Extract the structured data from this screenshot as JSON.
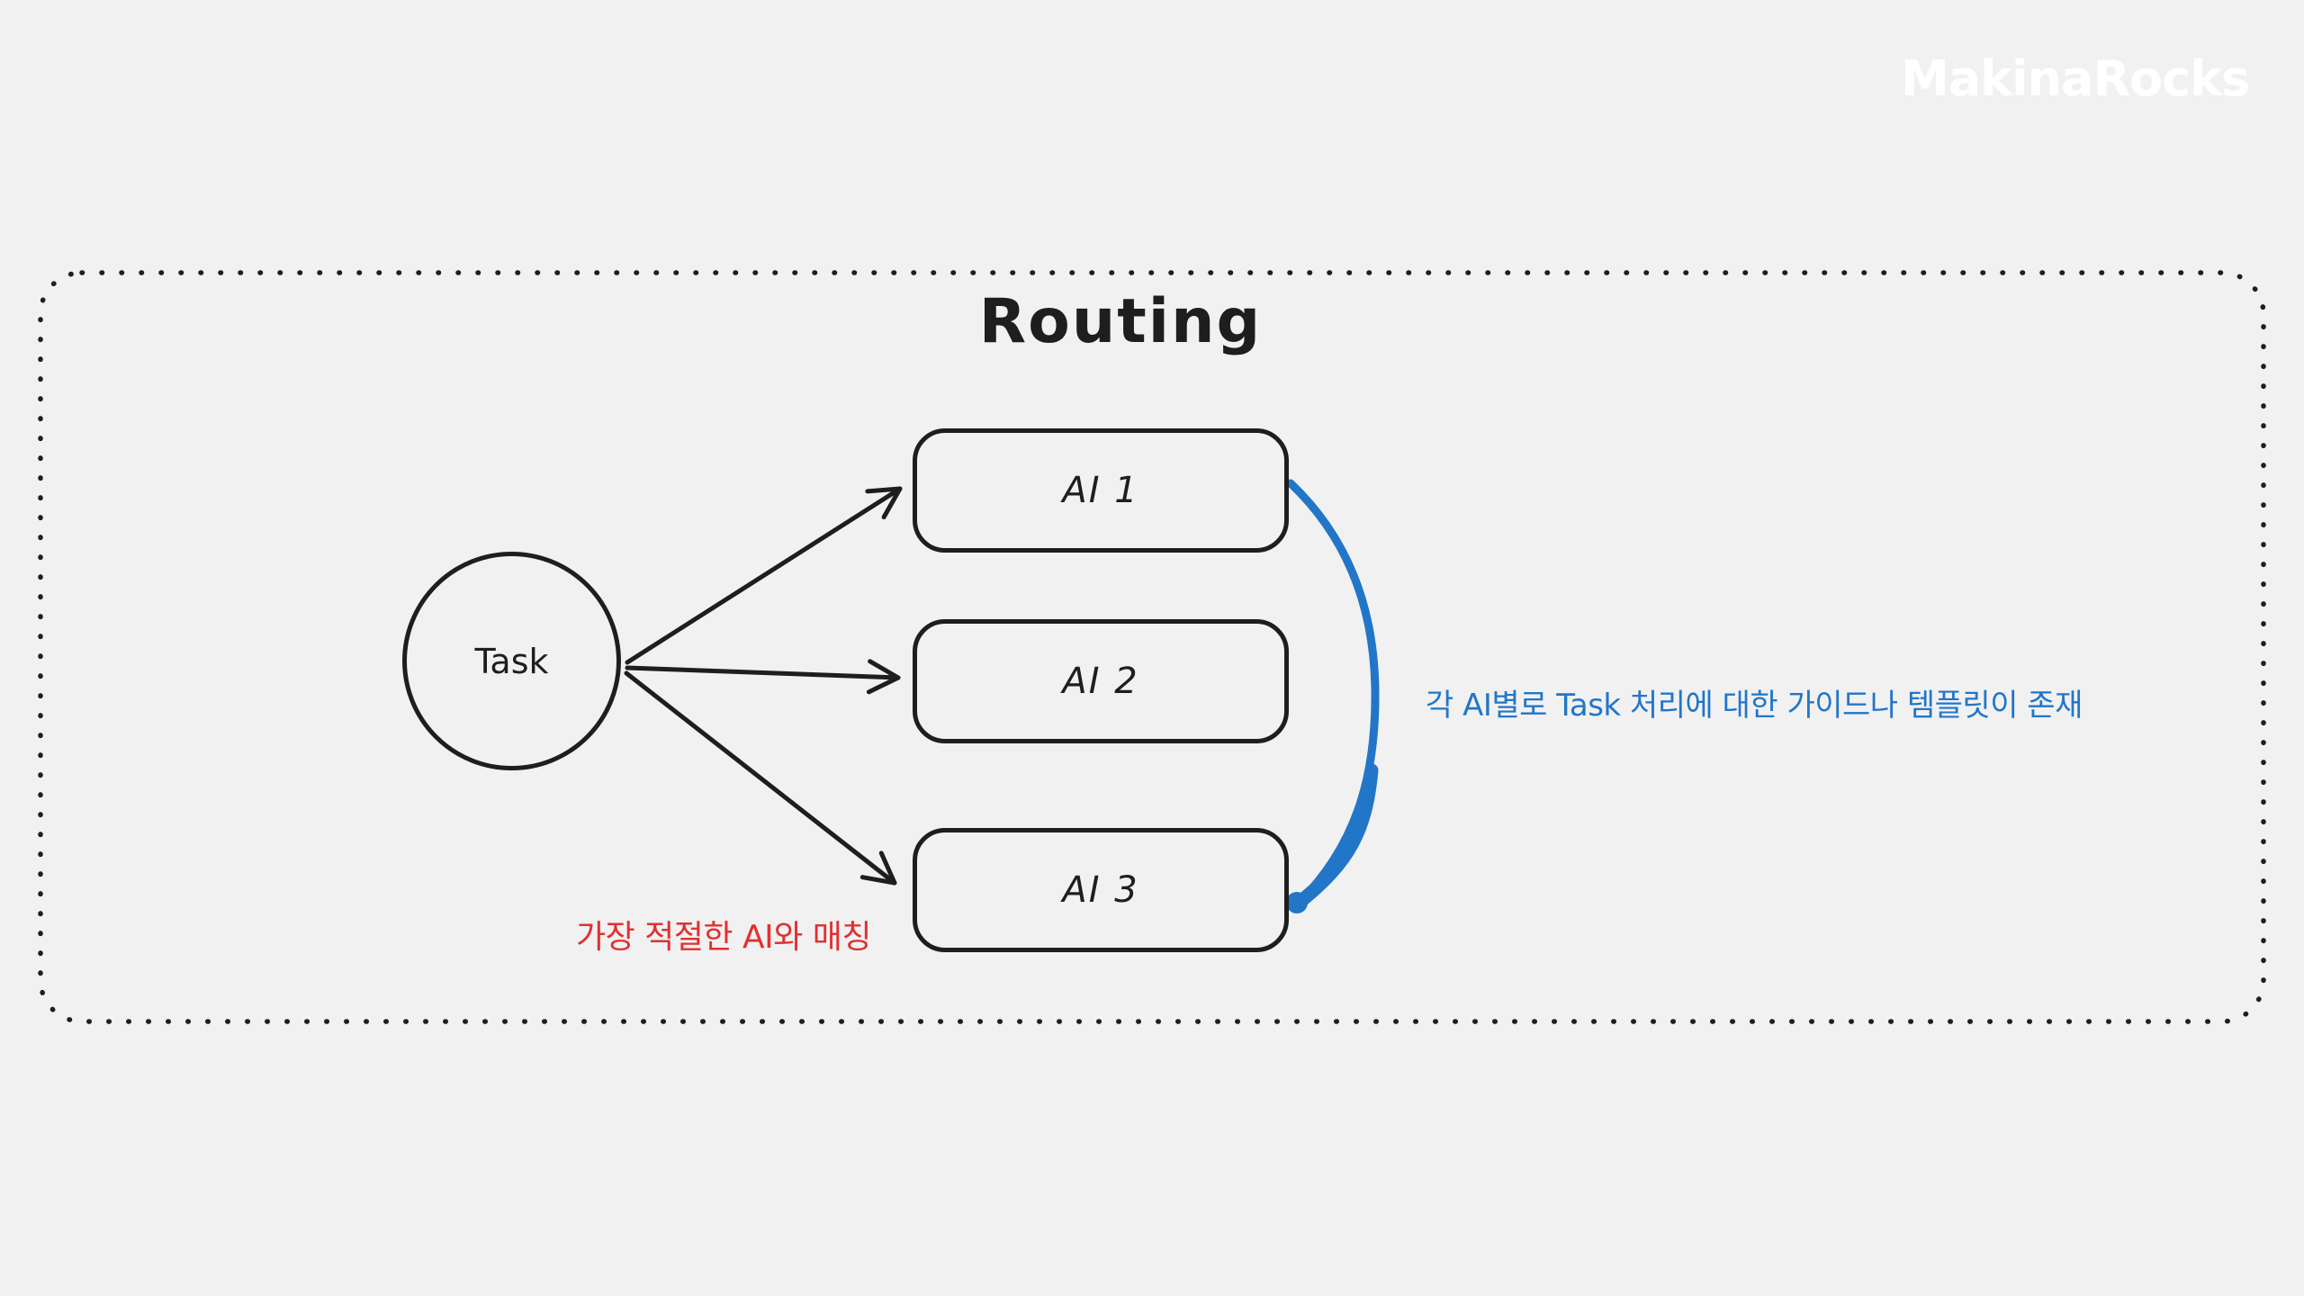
{
  "colors": {
    "background": "#f1f1f2",
    "ink": "#1e1e1e",
    "accent_blue": "#2276c8",
    "accent_red": "#e03131",
    "logo_white": "#ffffff"
  },
  "header": {
    "logo": "MakinaRocks"
  },
  "diagram": {
    "title": "Routing",
    "style": "hand-drawn sketch, dotted rounded boundary",
    "nodes": {
      "task": {
        "label": "Task",
        "shape": "circle"
      },
      "ai_boxes": [
        {
          "label": "AI 1",
          "shape": "rounded-rectangle"
        },
        {
          "label": "AI 2",
          "shape": "rounded-rectangle"
        },
        {
          "label": "AI 3",
          "shape": "rounded-rectangle"
        }
      ]
    },
    "edges": [
      {
        "from": "Task",
        "to": "AI 1",
        "style": "black-arrow"
      },
      {
        "from": "Task",
        "to": "AI 2",
        "style": "black-arrow"
      },
      {
        "from": "Task",
        "to": "AI 3",
        "style": "black-arrow"
      },
      {
        "from": "AI 1",
        "to": "AI 3",
        "style": "blue-brace"
      }
    ],
    "annotations": {
      "guide_note": {
        "text": "각 AI별로 Task 처리에 대한 가이드나 템플릿이 존재",
        "color": "accent_blue"
      },
      "matching_note": {
        "text": "가장 적절한 AI와 매칭",
        "color": "accent_red"
      }
    }
  }
}
